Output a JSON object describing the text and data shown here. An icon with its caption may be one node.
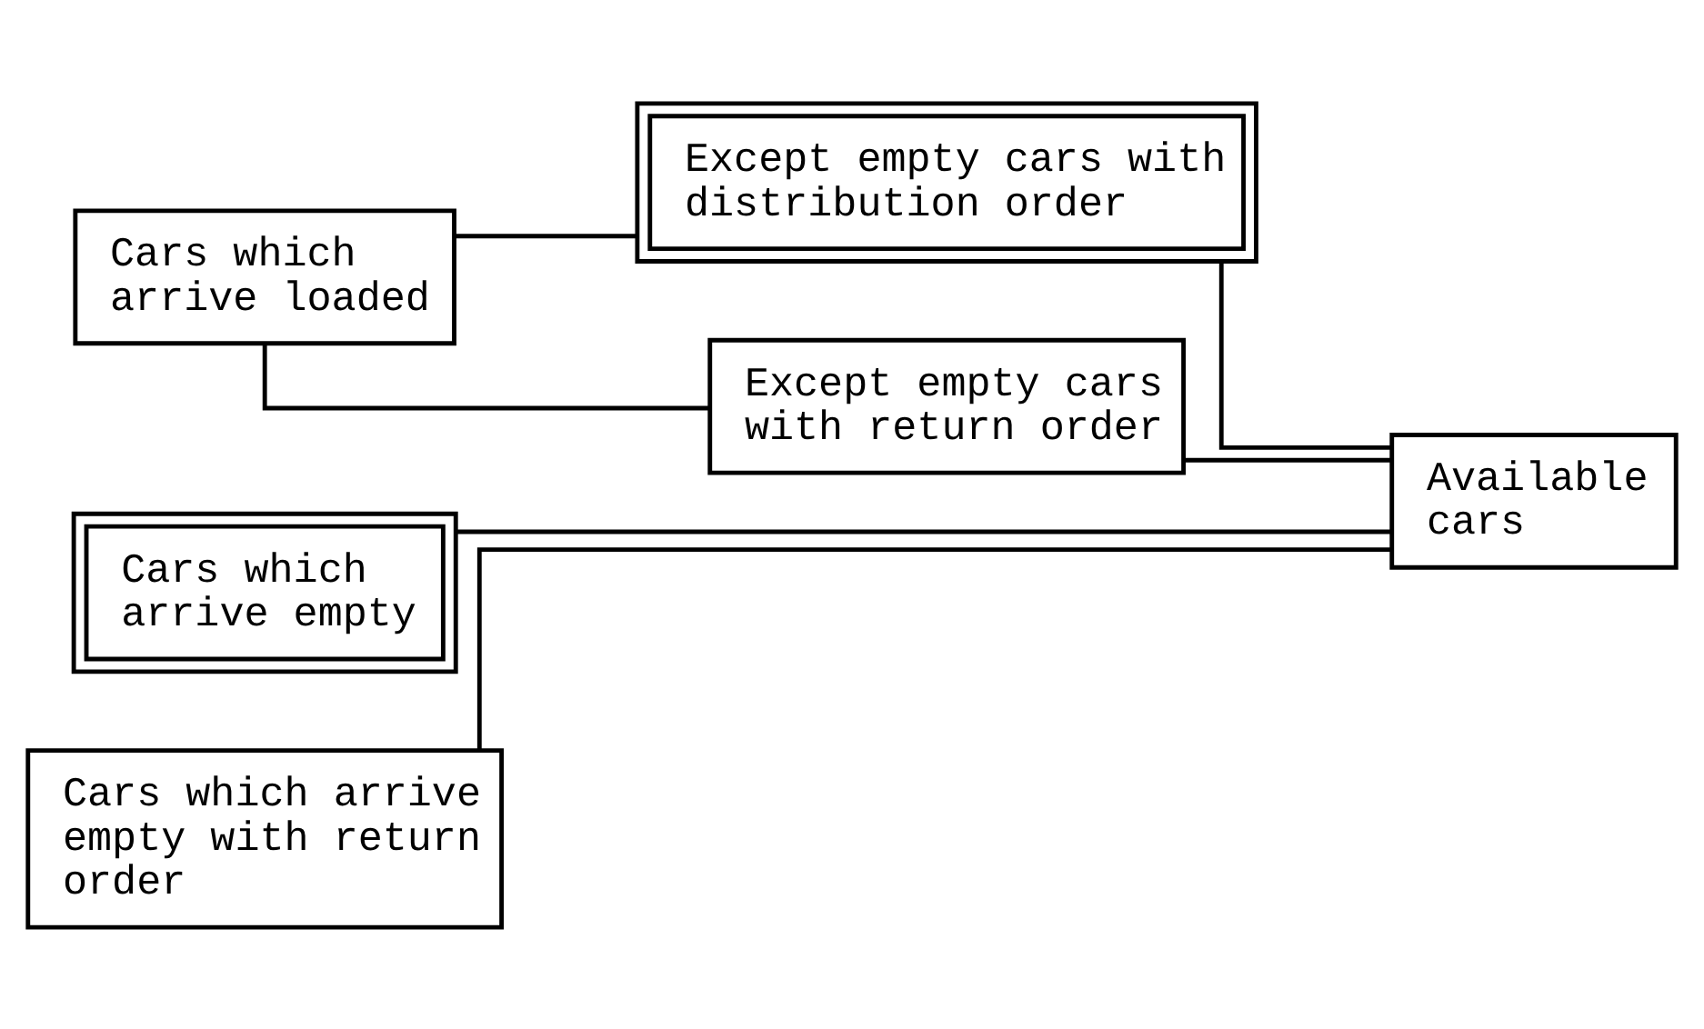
{
  "diagram": {
    "nodes": [
      {
        "text": [
          "Cars which arrive loaded"
        ]
      },
      {
        "text": [
          "Except empty cars with distribution order"
        ]
      },
      {
        "text": [
          "Except empty cars with return order"
        ]
      },
      {
        "text": [
          "Cars which arrive empty"
        ]
      },
      {
        "text": [
          "Cars which arrive empty with return order"
        ]
      },
      {
        "text": [
          "Available cars"
        ]
      }
    ],
    "edges": [
      {
        "from": 0,
        "to": 1,
        "arrow": "none"
      },
      {
        "from": 0,
        "to": 2,
        "arrow": "none"
      },
      {
        "from": 1,
        "to": 5,
        "arrow": "none"
      },
      {
        "from": 2,
        "to": 5,
        "arrow": "none"
      },
      {
        "from": 3,
        "to": 5,
        "arrow": "none"
      },
      {
        "from": 4,
        "to": 5,
        "arrow": "none"
      }
    ]
  }
}
